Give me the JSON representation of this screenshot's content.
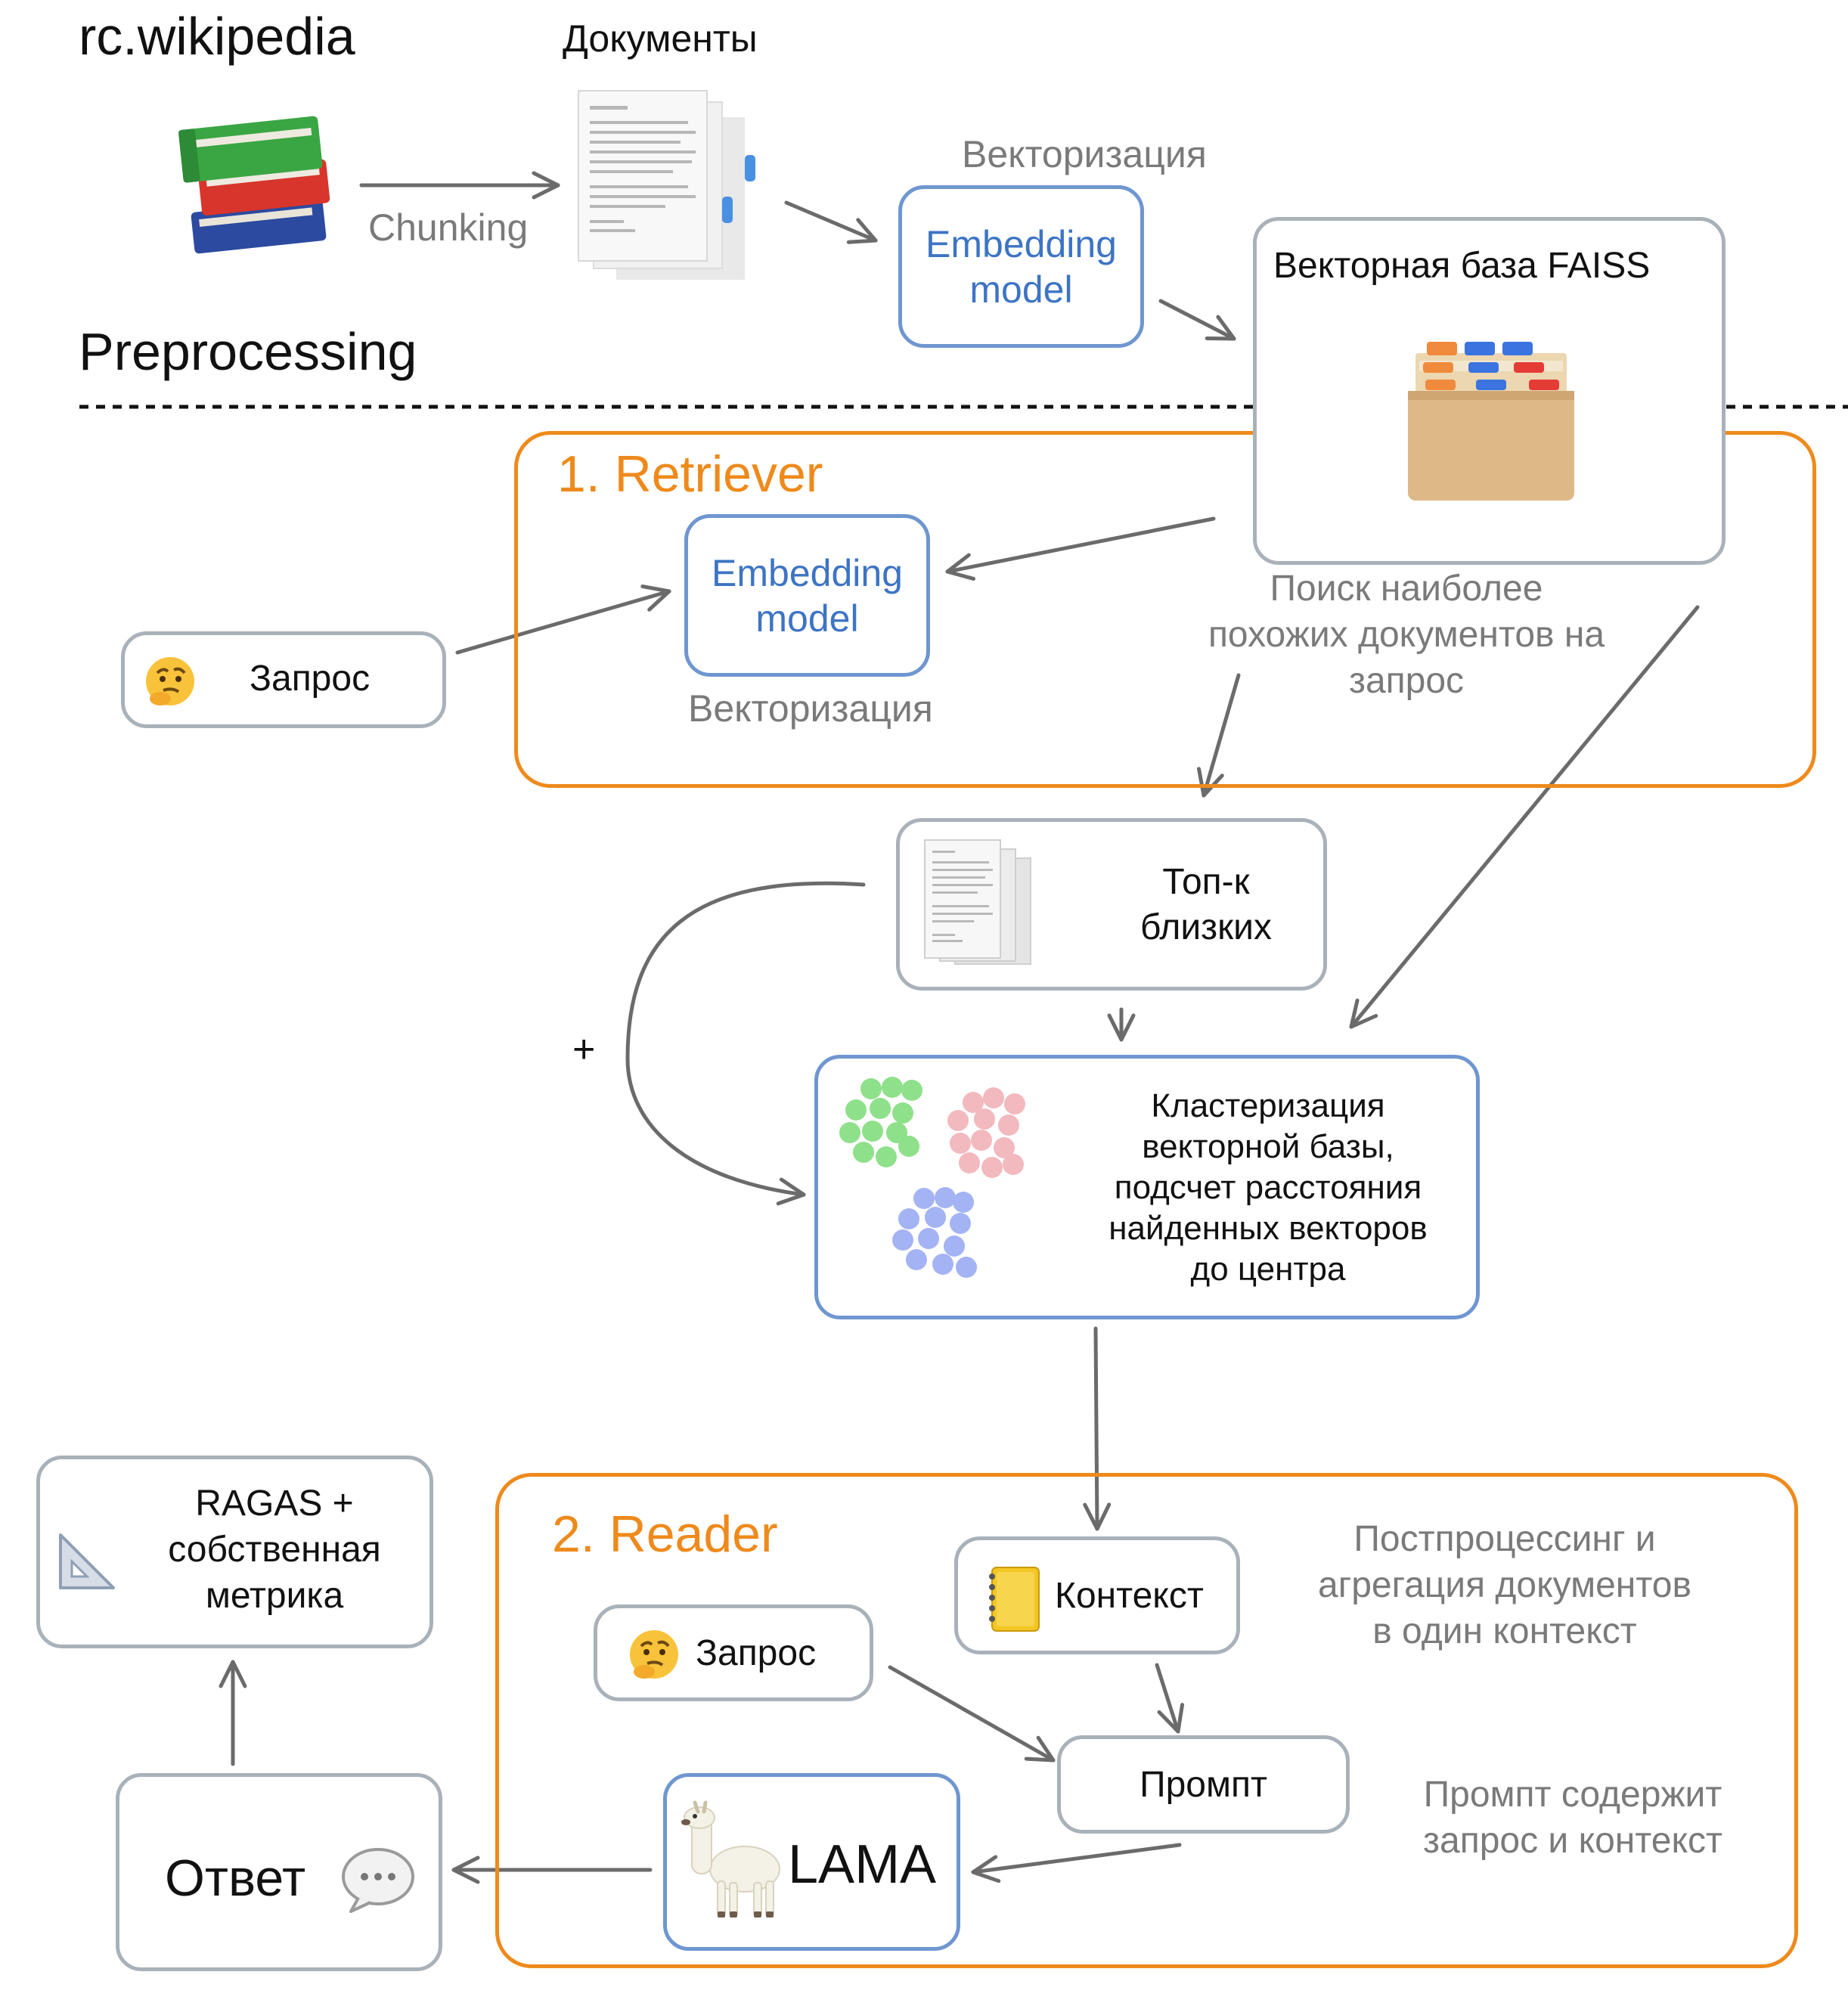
{
  "preprocessing": {
    "source_title": "rc.wikipedia",
    "documents_label": "Документы",
    "chunking_label": "Chunking",
    "vectorization_label": "Векторизация",
    "embedding_model": "Embedding\nmodel",
    "faiss_label": "Векторная база FAISS",
    "section_title": "Preprocessing"
  },
  "retriever": {
    "title": "1. Retriever",
    "embedding_model": "Embedding\nmodel",
    "vectorization_label": "Векторизация",
    "query_label": "Запрос",
    "search_note": "Поиск наиболее\nпохожих документов на\nзапрос"
  },
  "topk": {
    "label": "Топ-к\nблизких"
  },
  "plus_sign": "+",
  "clustering": {
    "label": "Кластеризация\nвекторной базы,\nподсчет расстояния\nнайденных векторов\nдо центра"
  },
  "reader": {
    "title": "2. Reader",
    "context_label": "Контекст",
    "query_label": "Запрос",
    "prompt_label": "Промпт",
    "llm_label": "LAMA",
    "postprocess_note": "Постпроцессинг и\nагрегация документов\nв один контекст",
    "prompt_note": "Промпт содержит\nзапрос и контекст"
  },
  "answer": {
    "label": "Ответ"
  },
  "metrics": {
    "label": "RAGAS +\nсобственная\nметрика"
  },
  "icons": [
    "books-icon",
    "documents-icon",
    "card-file-box-icon",
    "thinking-face-icon",
    "notebook-icon",
    "llama-icon",
    "speech-bubble-icon",
    "triangular-ruler-icon"
  ],
  "colors": {
    "accent_orange": "#ee8a1c",
    "embedding_blue": "#3d74c4",
    "border_gray": "#a9b1b9",
    "arrow_gray": "#6b6b6b",
    "cluster_green": "#8fe08a",
    "cluster_pink": "#f2b9bf",
    "cluster_blue": "#a3b3f4"
  }
}
